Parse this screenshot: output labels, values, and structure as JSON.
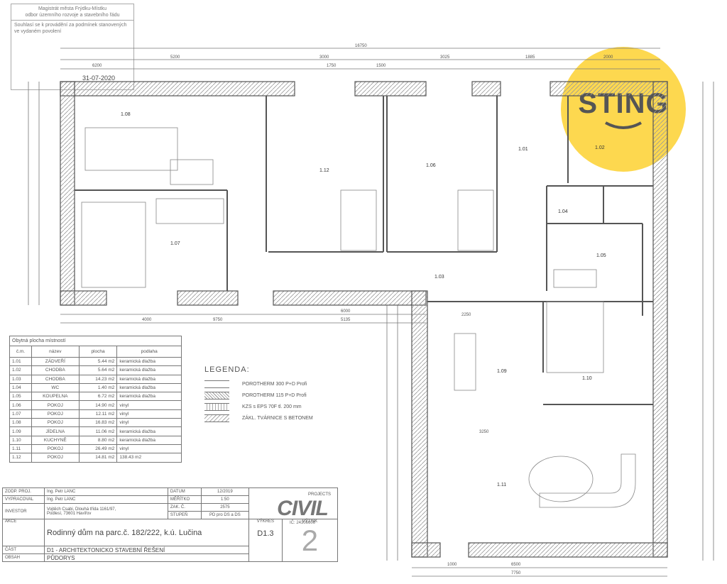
{
  "stamp": {
    "authority": "Magistrát města Frýdku-Místku",
    "dept": "odbor územního rozvoje a stavebního řádu",
    "note": "Souhlasí se k provádění za podmínek stanovených ve vydaném povolení",
    "date": "31-07-2020"
  },
  "watermark": {
    "brand": "STING",
    "color": "#fdd028"
  },
  "dimensions": {
    "total": "16750",
    "d1": "6200",
    "d2": "5200",
    "d3": "3000",
    "d4": "1750",
    "d5": "1500",
    "d6": "3025",
    "d7": "1885",
    "d8": "2000",
    "d9": "9750",
    "d10": "4000",
    "d11": "5135",
    "d12": "6000",
    "d13": "3250",
    "d14": "2250",
    "d15": "7750",
    "d16": "1000",
    "d17": "6500"
  },
  "rooms": {
    "r101": "1.01",
    "r102": "1.02",
    "r103": "1.03",
    "r104": "1.04",
    "r105": "1.05",
    "r106": "1.06",
    "r107": "1.07",
    "r108": "1.08",
    "r109": "1.09",
    "r110": "1.10",
    "r111": "1.11",
    "r112": "1.12"
  },
  "room_table": {
    "caption": "Obytná plocha místností",
    "headers": [
      "č.m.",
      "název",
      "plocha",
      "podlaha"
    ],
    "rows": [
      [
        "1.01",
        "ZÁDVEŘÍ",
        "5.44 m2",
        "keramická dlažba"
      ],
      [
        "1.02",
        "CHODBA",
        "5.64 m2",
        "keramická dlažba"
      ],
      [
        "1.03",
        "CHODBA",
        "14.23 m2",
        "keramická dlažba"
      ],
      [
        "1.04",
        "WC",
        "1.40 m2",
        "keramická dlažba"
      ],
      [
        "1.05",
        "KOUPELNA",
        "6.72 m2",
        "keramická dlažba"
      ],
      [
        "1.06",
        "POKOJ",
        "14.90 m2",
        "vinyl"
      ],
      [
        "1.07",
        "POKOJ",
        "12.11 m2",
        "vinyl"
      ],
      [
        "1.08",
        "POKOJ",
        "16.83 m2",
        "vinyl"
      ],
      [
        "1.09",
        "JÍDELNA",
        "11.06 m2",
        "keramická dlažba"
      ],
      [
        "1.10",
        "KUCHYNĚ",
        "8.80 m2",
        "keramická dlažba"
      ],
      [
        "1.11",
        "POKOJ",
        "26.49 m2",
        "vinyl"
      ],
      [
        "1.12",
        "POKOJ",
        "14.81 m2",
        "138.43 m2"
      ]
    ]
  },
  "legend": {
    "title": "LEGENDA:",
    "items": [
      "POROTHERM 300 P+D Profi",
      "POROTHERM 115 P+D Profi",
      "KZS s EPS 70F tl. 200 mm",
      "ZÁKL. TVÁRNICE S BETONEM"
    ]
  },
  "title_block": {
    "zodp_label": "ZODP. PROJ.",
    "zodp": "Ing. Petr LANC",
    "vypracoval_label": "VYPRACOVAL",
    "vypracoval": "Ing. Petr LANC",
    "investor_label": "INVESTOR",
    "investor1": "Vojtěch Csabi, Dlouhá třída 1161/97,",
    "investor2": "Podlesí, 73601 Havířov",
    "datum_label": "DATUM",
    "datum": "12/2019",
    "meritko_label": "MĚŘÍTKO",
    "meritko": "1:50",
    "zak_label": "ZAK. Č.",
    "zak": "2575",
    "stupen_label": "STUPEŇ",
    "stupen": "PD pro DS a DS",
    "akce_label": "AKCE",
    "akce": "Rodinný dům na parc.č. 182/222, k.ú. Lučina",
    "cast_label": "ČÁST",
    "cast": "D1 - ARCHITEKTONICKO STAVEBNÍ ŘEŠENÍ",
    "obsah_label": "OBSAH",
    "obsah": "PŮDORYS",
    "vykres_label": "VÝKRES",
    "vykres": "D1.3",
    "vytisk_label": "VÝTISK",
    "vytisk": "2",
    "company": "CIVIL",
    "company_top": "PROJECTS",
    "company_ico": "IČ: 24306606"
  }
}
